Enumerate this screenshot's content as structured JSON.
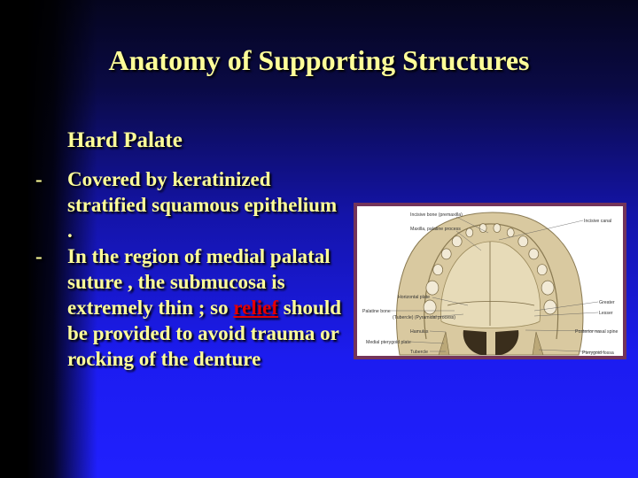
{
  "slide": {
    "title": "Anatomy of Supporting Structures",
    "subtitle": "Hard Palate",
    "bullet_marker": "-",
    "bullets": [
      {
        "text": "Covered by keratinized stratified squamous epithelium ."
      },
      {
        "text_before": "In the region of medial palatal suture , the submucosa is extremely thin ; so ",
        "highlight": "relief",
        "text_after": " should be provided to avoid trauma or rocking of the denture"
      }
    ]
  },
  "figure": {
    "labels_right": [
      "Incisive canal",
      "Greater",
      "Lesser",
      "Posterior nasal spine",
      "Pterygoid fossa"
    ],
    "labels_top": [
      "Incisive bone (premaxilla)",
      "Maxilla, palatine process"
    ],
    "labels_left": [
      "Palatine bone",
      "Horizontal plate",
      "(Tubercle) (Pyramidal process)",
      "Hamulus",
      "Medial pterygoid plate",
      "Tubercle"
    ],
    "colors": {
      "frame": "#74345a",
      "bone": "#d9c9a0",
      "teeth": "#f2ead6"
    }
  },
  "colors": {
    "text": "#ffff99",
    "highlight": "#e60000",
    "background": "#1a1aff"
  }
}
